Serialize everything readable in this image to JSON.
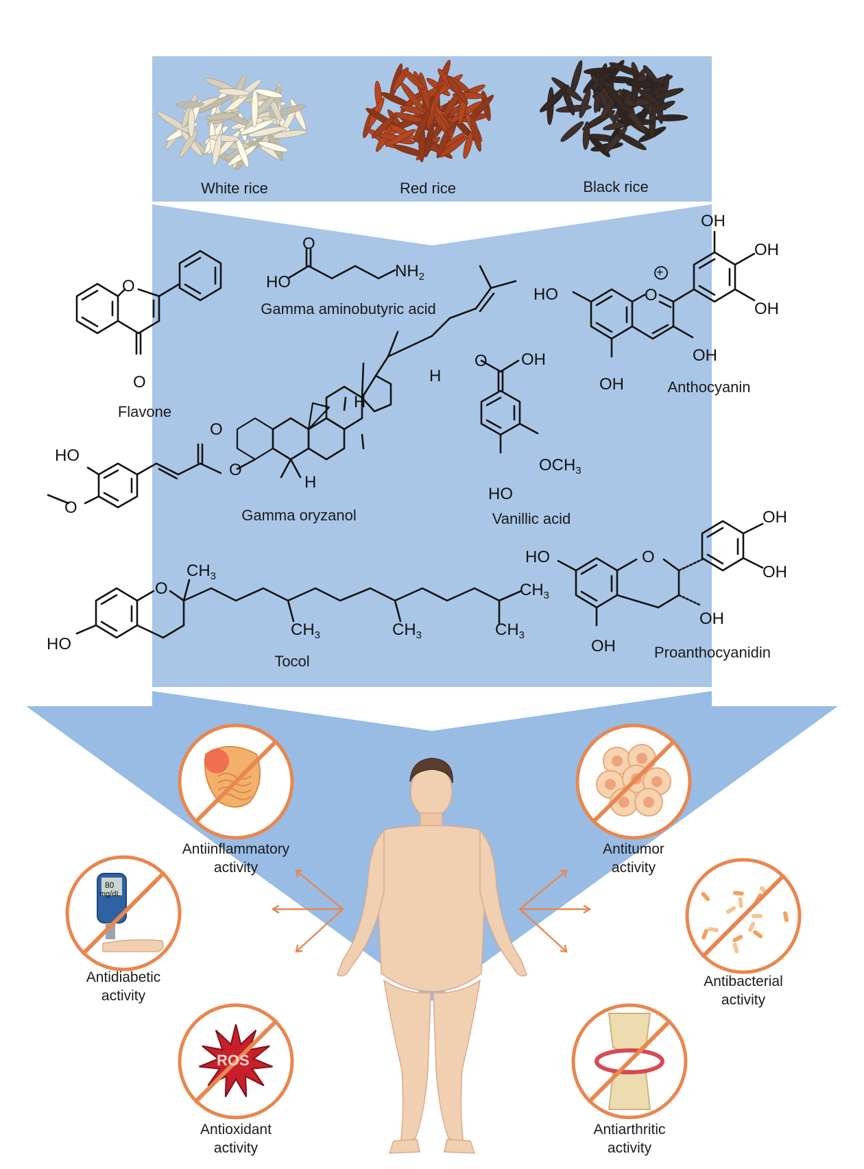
{
  "colors": {
    "panel": "#a9c6e6",
    "arrow": "#98bce4",
    "accent": "#e8874f",
    "skin": "#f1cfb1",
    "bond": "#111111"
  },
  "rice": [
    {
      "label": "White rice",
      "color": "#efe7d2",
      "icon": "white-rice-grains"
    },
    {
      "label": "Red rice",
      "color": "#a8421f",
      "icon": "red-rice-grains"
    },
    {
      "label": "Black rice",
      "color": "#3a2c27",
      "icon": "black-rice-grains"
    }
  ],
  "compounds": {
    "flavone": "Flavone",
    "gaba": "Gamma aminobutyric acid",
    "anthocyanin": "Anthocyanin",
    "oryzanol": "Gamma oryzanol",
    "vanillic": "Vanillic acid",
    "tocol": "Tocol",
    "proanthocyanidin": "Proanthocyanidin"
  },
  "atoms": {
    "O": "O",
    "HO": "HO",
    "OH": "OH",
    "H": "H",
    "NH": "NH",
    "CH": "CH",
    "OCH": "OCH",
    "sub2": "2",
    "sub3": "3",
    "plus": "+"
  },
  "activities": [
    {
      "line1": "Antiinflammatory",
      "line2": "activity",
      "icon": "inflamed-intestine-icon"
    },
    {
      "line1": "Antitumor",
      "line2": "activity",
      "icon": "tumor-cells-icon"
    },
    {
      "line1": "Antidiabetic",
      "line2": "activity",
      "icon": "glucose-meter-icon"
    },
    {
      "line1": "Antibacterial",
      "line2": "activity",
      "icon": "bacteria-icon"
    },
    {
      "line1": "Antioxidant",
      "line2": "activity",
      "icon": "ros-burst-icon"
    },
    {
      "line1": "Antiarthritic",
      "line2": "activity",
      "icon": "knee-joint-icon"
    }
  ],
  "glucometer": {
    "value": "80",
    "unit": "mg/dL"
  },
  "ros_label": "ROS"
}
